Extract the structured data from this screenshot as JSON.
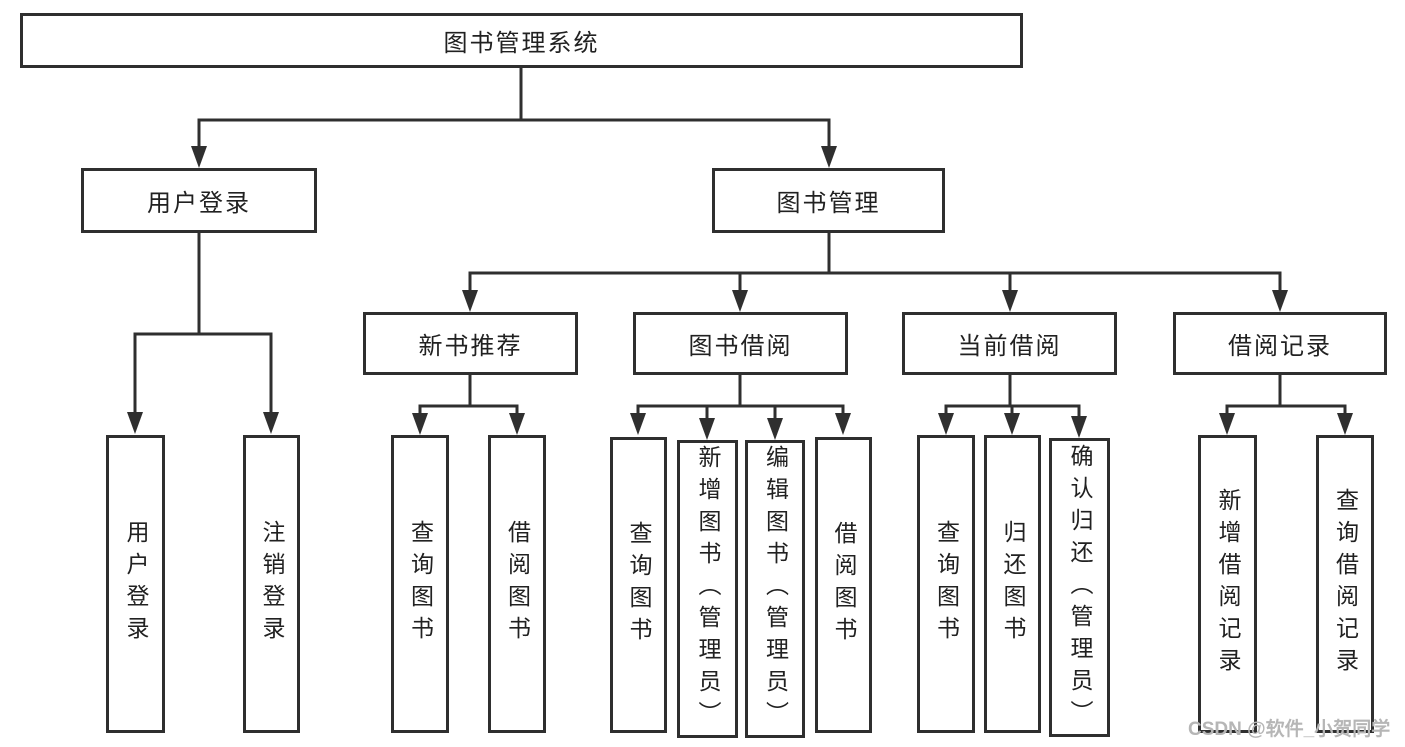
{
  "diagram_type": "hierarchy-structure-chart",
  "nodes": {
    "root": "图书管理系统",
    "user_login": "用户登录",
    "book_mgmt": "图书管理",
    "new_book_rec": "新书推荐",
    "book_borrow": "图书借阅",
    "current_borrow": "当前借阅",
    "borrow_record": "借阅记录",
    "leaf_user_login": "用户登录",
    "leaf_logout": "注销登录",
    "leaf_nb_query": "查询图书",
    "leaf_nb_borrow": "借阅图书",
    "leaf_bb_query": "查询图书",
    "leaf_bb_add": "新增图书（管理员）",
    "leaf_bb_edit": "编辑图书（管理员）",
    "leaf_bb_borrow": "借阅图书",
    "leaf_cb_query": "查询图书",
    "leaf_cb_return": "归还图书",
    "leaf_cb_confirm": "确认归还（管理员）",
    "leaf_br_add": "新增借阅记录",
    "leaf_br_query": "查询借阅记录"
  },
  "hierarchy": {
    "图书管理系统": {
      "用户登录": [
        "用户登录",
        "注销登录"
      ],
      "图书管理": {
        "新书推荐": [
          "查询图书",
          "借阅图书"
        ],
        "图书借阅": [
          "查询图书",
          "新增图书（管理员）",
          "编辑图书（管理员）",
          "借阅图书"
        ],
        "当前借阅": [
          "查询图书",
          "归还图书",
          "确认归还（管理员）"
        ],
        "借阅记录": [
          "新增借阅记录",
          "查询借阅记录"
        ]
      }
    }
  },
  "watermark": "CSDN @软件_小贺同学",
  "colors": {
    "line": "#2f2f2f",
    "text": "#212121",
    "watermark": "#b6b6b6",
    "background": "#ffffff"
  }
}
